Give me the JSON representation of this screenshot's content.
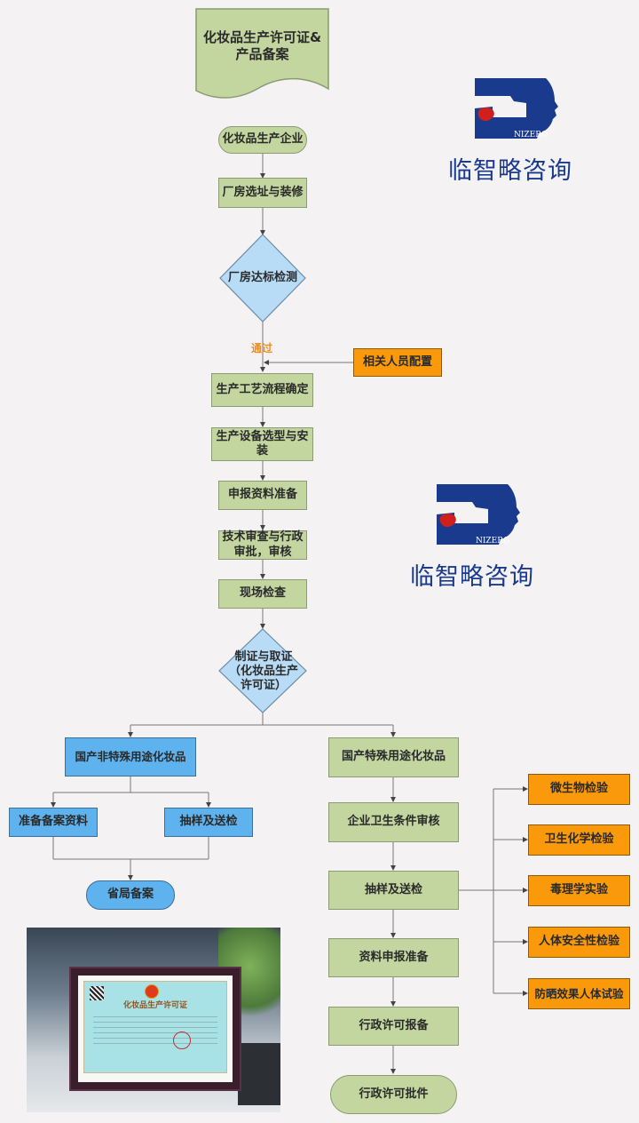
{
  "title": {
    "line1": "化妆品生产许可证&",
    "line2": "产品备案"
  },
  "brand": {
    "name_cn": "临智略咨询",
    "name_en": "NIZERO",
    "colors": {
      "blue": "#1a3a8e",
      "red": "#d0201e"
    }
  },
  "flow": {
    "start": "化妆品生产企业",
    "site": "厂房选址与装修",
    "check": "厂房达标检测",
    "pass_label": "通过",
    "staff": "相关人员配置",
    "process": "生产工艺流程确定",
    "equipment": "生产设备选型与安装",
    "materials": "申报资料准备",
    "review": "技术审查与行政审批，审核",
    "inspection": "现场检查",
    "issue": "制证与取证（化妆品生产许可证）"
  },
  "non_special": {
    "header": "国产非特殊用途化妆品",
    "prepare": "准备备案资料",
    "sampling": "抽样及送检",
    "end": "省局备案"
  },
  "special": {
    "header": "国产特殊用途化妆品",
    "hygiene": "企业卫生条件审核",
    "sampling": "抽样及送检",
    "docs": "资料申报准备",
    "report": "行政许可报备",
    "end": "行政许可批件",
    "tests": [
      "微生物检验",
      "卫生化学检验",
      "毒理学实验",
      "人体安全性检验",
      "防晒效果人体试验"
    ]
  },
  "certificate": {
    "title": "化妆品生产许可证"
  },
  "colors": {
    "green": "#c3d6a0",
    "blue": "#5eb2ee",
    "orange": "#fa9a0a",
    "diamond": "#b9dcf6",
    "background": "#f4f2f3"
  }
}
